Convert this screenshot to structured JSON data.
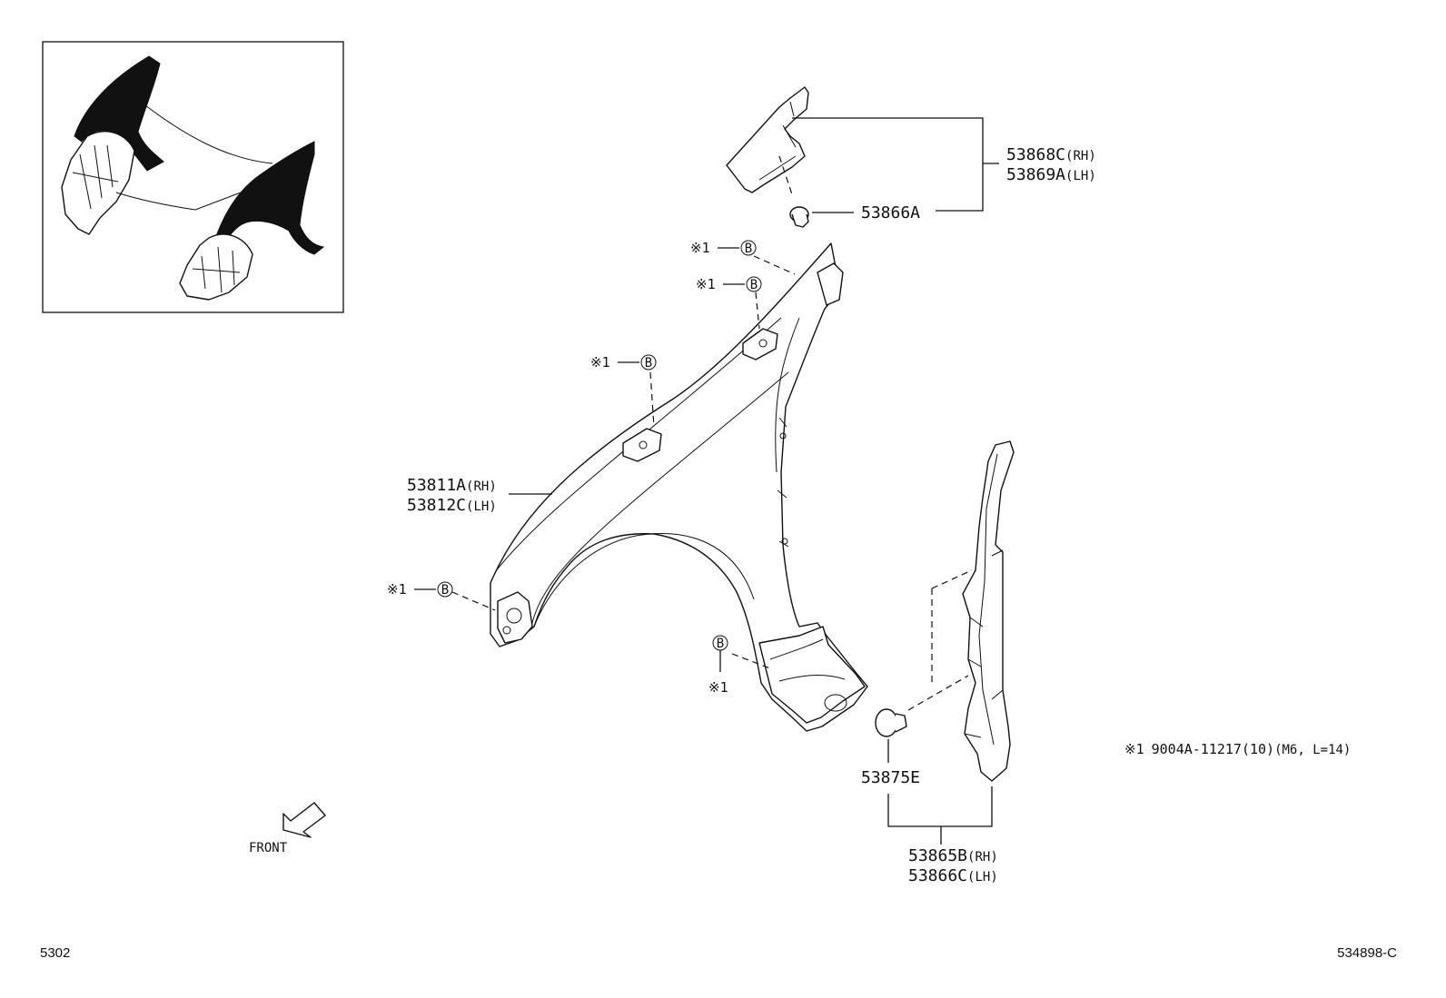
{
  "labels": {
    "garnish_rh": {
      "num": "53868C",
      "side": "(RH)"
    },
    "garnish_lh": {
      "num": "53869A",
      "side": "(LH)"
    },
    "clip_top": {
      "num": "53866A"
    },
    "fender_rh": {
      "num": "53811A",
      "side": "(RH)"
    },
    "fender_lh": {
      "num": "53812C",
      "side": "(LH)"
    },
    "clip_bottom": {
      "num": "53875E"
    },
    "liner_rh": {
      "num": "53865B",
      "side": "(RH)"
    },
    "liner_lh": {
      "num": "53866C",
      "side": "(LH)"
    }
  },
  "bolt": {
    "ref": "※1",
    "letter": "B",
    "legend_ref": "※1",
    "legend_num": "9004A-11217(10)",
    "legend_spec": "(M6, L=14)"
  },
  "front_label": "FRONT",
  "footer": {
    "left": "5302",
    "right": "534898-C"
  }
}
